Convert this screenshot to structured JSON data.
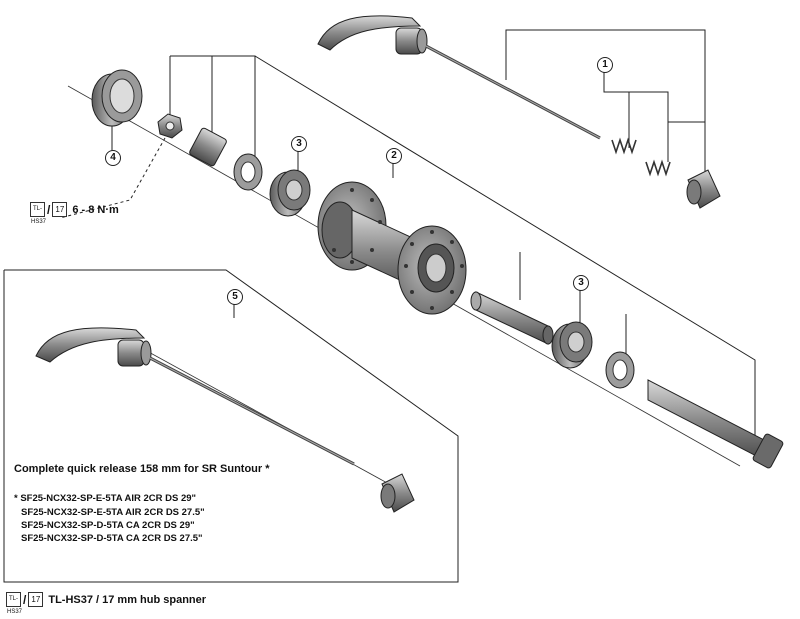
{
  "callouts": {
    "c1": "1",
    "c2": "2",
    "c3a": "3",
    "c3b": "3",
    "c4": "4",
    "c5": "5"
  },
  "torque": {
    "icon_left": "TL-HS37",
    "icon_right": "17",
    "value": "6 - 8 N·m"
  },
  "inset": {
    "title": "Complete quick release 158 mm for SR Suntour *",
    "models": [
      "*  SF25-NCX32-SP-E-5TA AIR 2CR DS 29\"",
      "SF25-NCX32-SP-E-5TA AIR 2CR DS 27.5\"",
      "SF25-NCX32-SP-D-5TA CA 2CR DS 29\"",
      "SF25-NCX32-SP-D-5TA CA 2CR DS 27.5\""
    ]
  },
  "footer": {
    "icon_left": "TL-HS37",
    "icon_right": "17",
    "tool_text": "TL-HS37 / 17 mm hub spanner"
  },
  "colors": {
    "metal_dark": "#555555",
    "metal_mid": "#8a8a8a",
    "metal_light": "#c8c8c8",
    "line": "#222222"
  }
}
